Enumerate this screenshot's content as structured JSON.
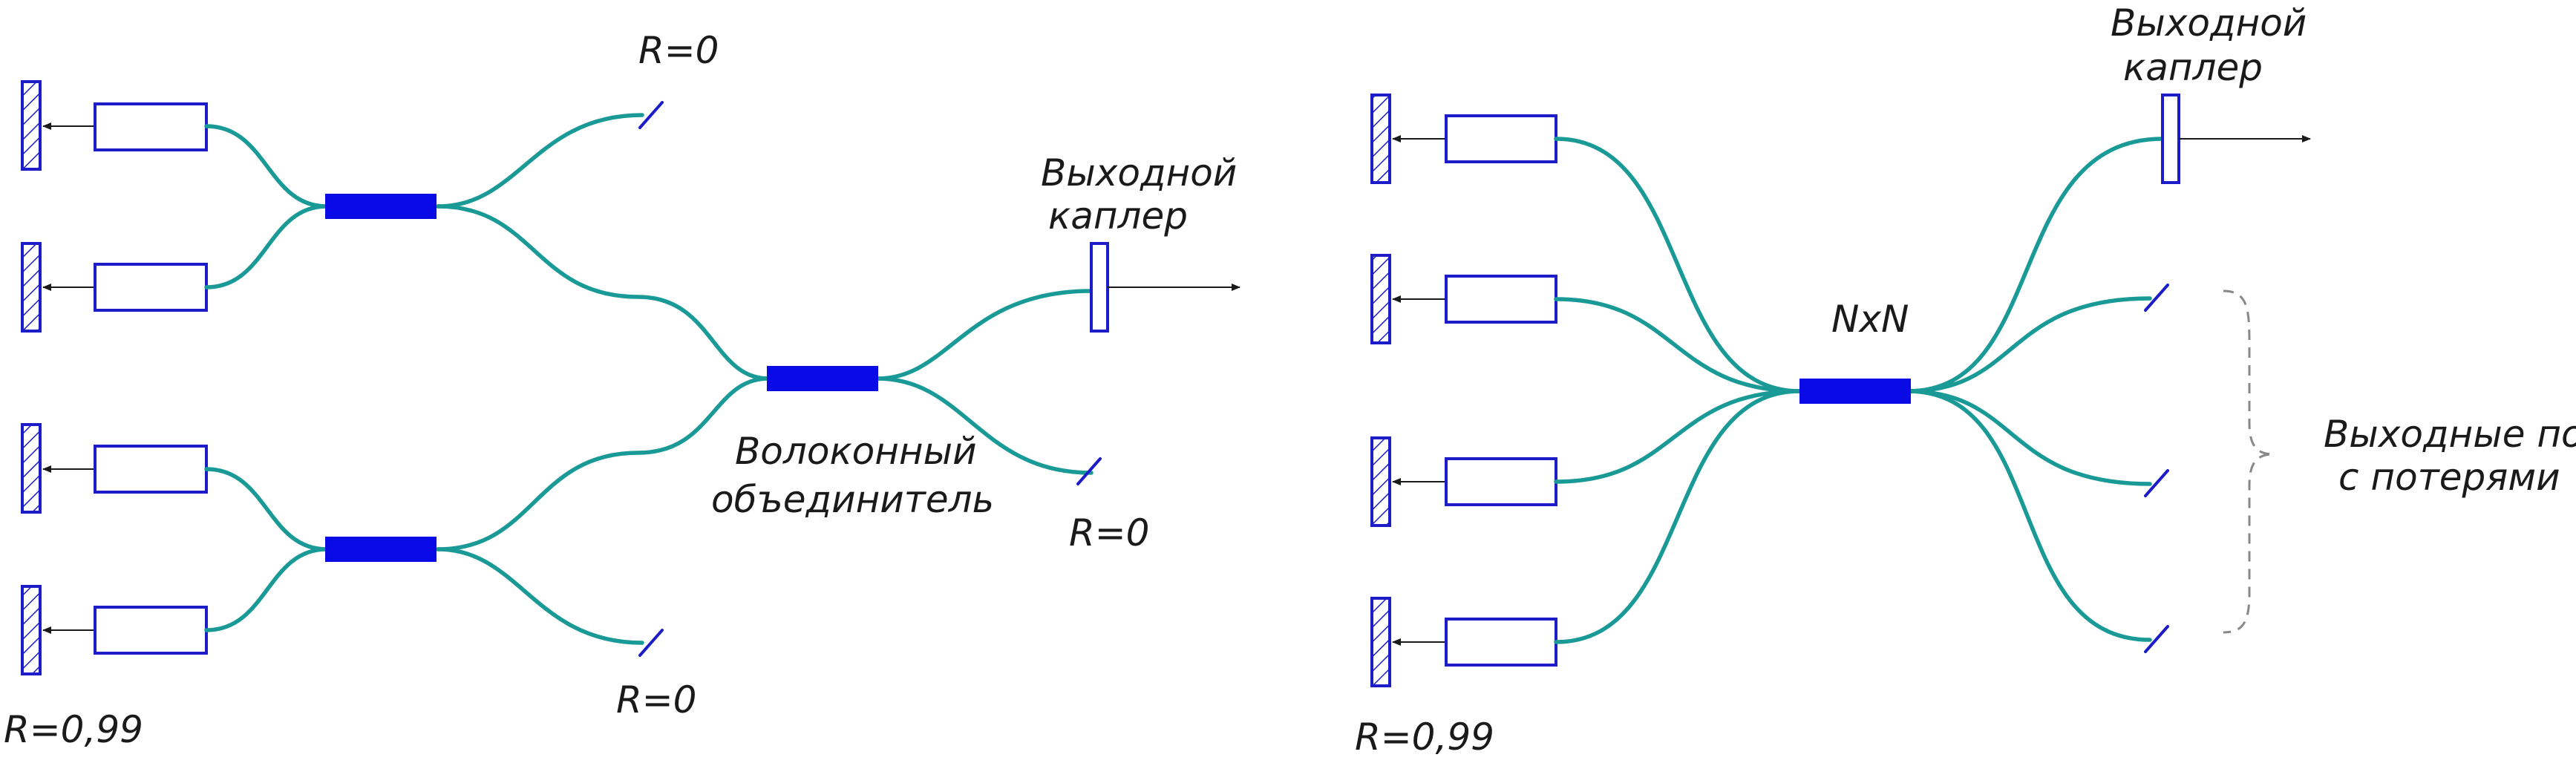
{
  "colors": {
    "fiber": "#1a9a96",
    "component": "#1c1cc8",
    "coupler": "#0a0ae6",
    "text": "#1a1a1a"
  },
  "left_scheme": {
    "label_R_top": "R=0",
    "label_R_mid": "R=0",
    "label_R_bottom": "R=0",
    "label_R_mirror": "R=0,99",
    "combiner_label_line1": "Волоконный",
    "combiner_label_line2": "объединитель",
    "output_coupler_line1": "Выходной",
    "output_coupler_line2": "каплер"
  },
  "right_scheme": {
    "star_coupler_label": "NxN",
    "output_coupler_line1": "Выходной",
    "output_coupler_line2": "каплер",
    "lossy_ports_line1": "Выходные порты",
    "lossy_ports_line2": "с потерями",
    "label_R_mirror": "R=0,99"
  }
}
